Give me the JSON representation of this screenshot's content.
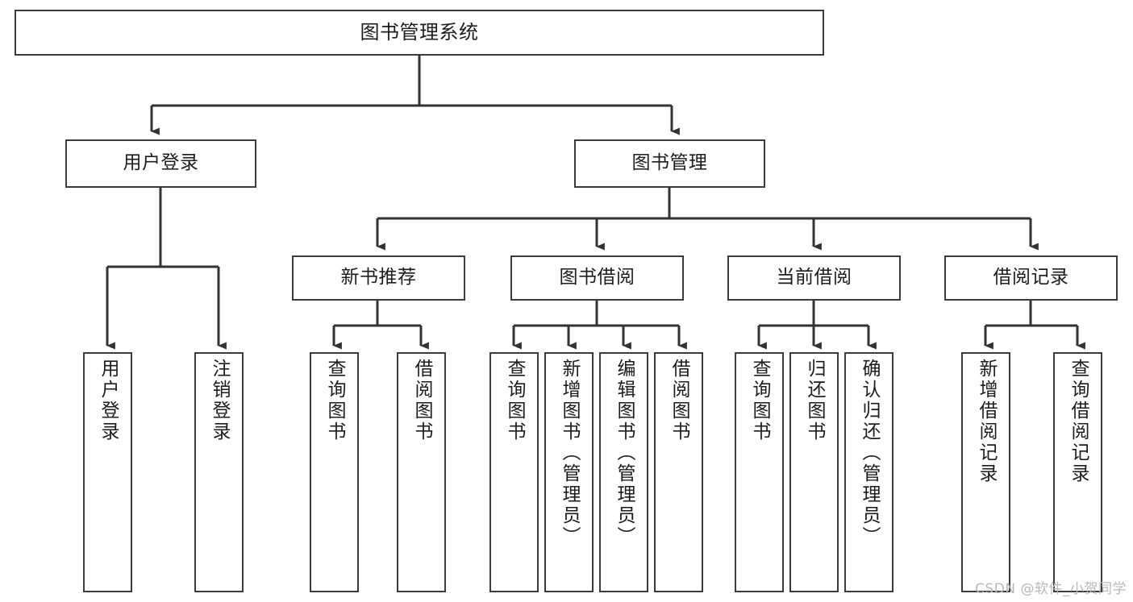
{
  "diagram": {
    "title": "图书管理系统",
    "type": "hierarchy-tree",
    "watermark": "CSDN @软件_小贺同学",
    "colors": {
      "node_border": "#3b3b3b",
      "node_fill": "#ffffff",
      "edge": "#333333",
      "text": "#1c1c1c",
      "watermark": "#b9b9b9",
      "background": "#ffffff"
    },
    "nodes": {
      "root": {
        "label": "图书管理系统"
      },
      "level2": [
        {
          "id": "user-login",
          "label": "用户登录"
        },
        {
          "id": "book-manage",
          "label": "图书管理"
        }
      ],
      "level3": [
        {
          "id": "new-book-recommend",
          "label": "新书推荐"
        },
        {
          "id": "book-borrow",
          "label": "图书借阅"
        },
        {
          "id": "current-borrow",
          "label": "当前借阅"
        },
        {
          "id": "borrow-record",
          "label": "借阅记录"
        }
      ],
      "leaves": {
        "user-login": [
          {
            "id": "leaf-user-login",
            "label": "用户登录"
          },
          {
            "id": "leaf-logout-login",
            "label": "注销登录"
          }
        ],
        "new-book-recommend": [
          {
            "id": "leaf-query-book-1",
            "label": "查询图书"
          },
          {
            "id": "leaf-borrow-book-1",
            "label": "借阅图书"
          }
        ],
        "book-borrow": [
          {
            "id": "leaf-query-book-2",
            "label": "查询图书"
          },
          {
            "id": "leaf-add-book",
            "label": "新增图书（管理员）"
          },
          {
            "id": "leaf-edit-book",
            "label": "编辑图书（管理员）"
          },
          {
            "id": "leaf-borrow-book-2",
            "label": "借阅图书"
          }
        ],
        "current-borrow": [
          {
            "id": "leaf-query-book-3",
            "label": "查询图书"
          },
          {
            "id": "leaf-return-book",
            "label": "归还图书"
          },
          {
            "id": "leaf-confirm-return",
            "label": "确认归还（管理员）"
          }
        ],
        "borrow-record": [
          {
            "id": "leaf-add-record",
            "label": "新增借阅记录"
          },
          {
            "id": "leaf-query-record",
            "label": "查询借阅记录"
          }
        ]
      }
    }
  }
}
